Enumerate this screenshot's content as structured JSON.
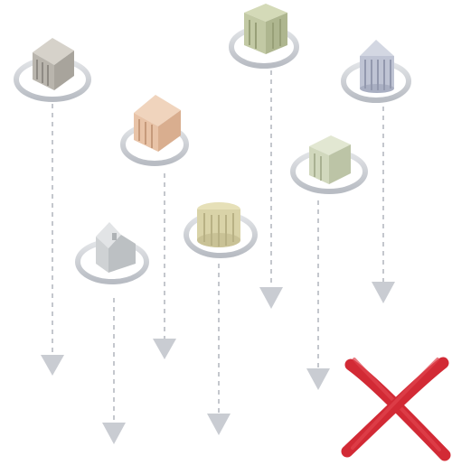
{
  "colors": {
    "background": "#ffffff",
    "ring": "#c9ccd2",
    "dashed_line": "#c4c7cd",
    "arrow": "#c9ccd2",
    "cross": "#d22a35"
  },
  "buildings": [
    {
      "id": "building-1",
      "style": "bank-gray",
      "icon": "bank-building-icon",
      "color": "#b9b5ad"
    },
    {
      "id": "building-2",
      "style": "bank-peach",
      "icon": "bank-building-icon",
      "color": "#e8c3a7"
    },
    {
      "id": "building-3",
      "style": "house-gray",
      "icon": "house-icon",
      "color": "#cfd2d4"
    },
    {
      "id": "building-4",
      "style": "rotunda-tan",
      "icon": "rotunda-icon",
      "color": "#d9d3a8"
    },
    {
      "id": "building-5",
      "style": "pavilion-green",
      "icon": "pavilion-icon",
      "color": "#c2c9a4"
    },
    {
      "id": "building-6",
      "style": "shed-green",
      "icon": "shed-building-icon",
      "color": "#d1d8bd"
    },
    {
      "id": "building-7",
      "style": "dome-silver",
      "icon": "domed-building-icon",
      "color": "#bfc4d4"
    }
  ],
  "cross_icon": "red-x-icon"
}
